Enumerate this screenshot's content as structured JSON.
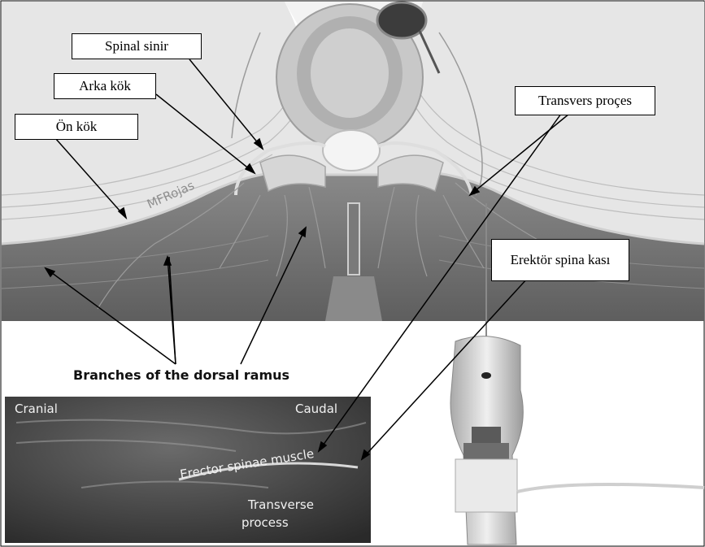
{
  "labels": {
    "spinal_nerve": "Spinal sinir",
    "dorsal_root": "Arka kök",
    "ventral_root": "Ön kök",
    "transverse_process_tr": "Transvers proçes",
    "erector_spinae_tr": "Erektör spina kası"
  },
  "caption": "Branches of the dorsal ramus",
  "watermark": "MFRojas",
  "ultrasound": {
    "cranial": "Cranial",
    "caudal": "Caudal",
    "muscle": "Erector spinae muscle",
    "process_line1": "Transverse",
    "process_line2": "process"
  },
  "colors": {
    "background": "#e4e4e4",
    "muscle": "#6f6f6f",
    "nerve": "#d9d9d9",
    "ultrasound_bg": "#3a3a3a"
  }
}
